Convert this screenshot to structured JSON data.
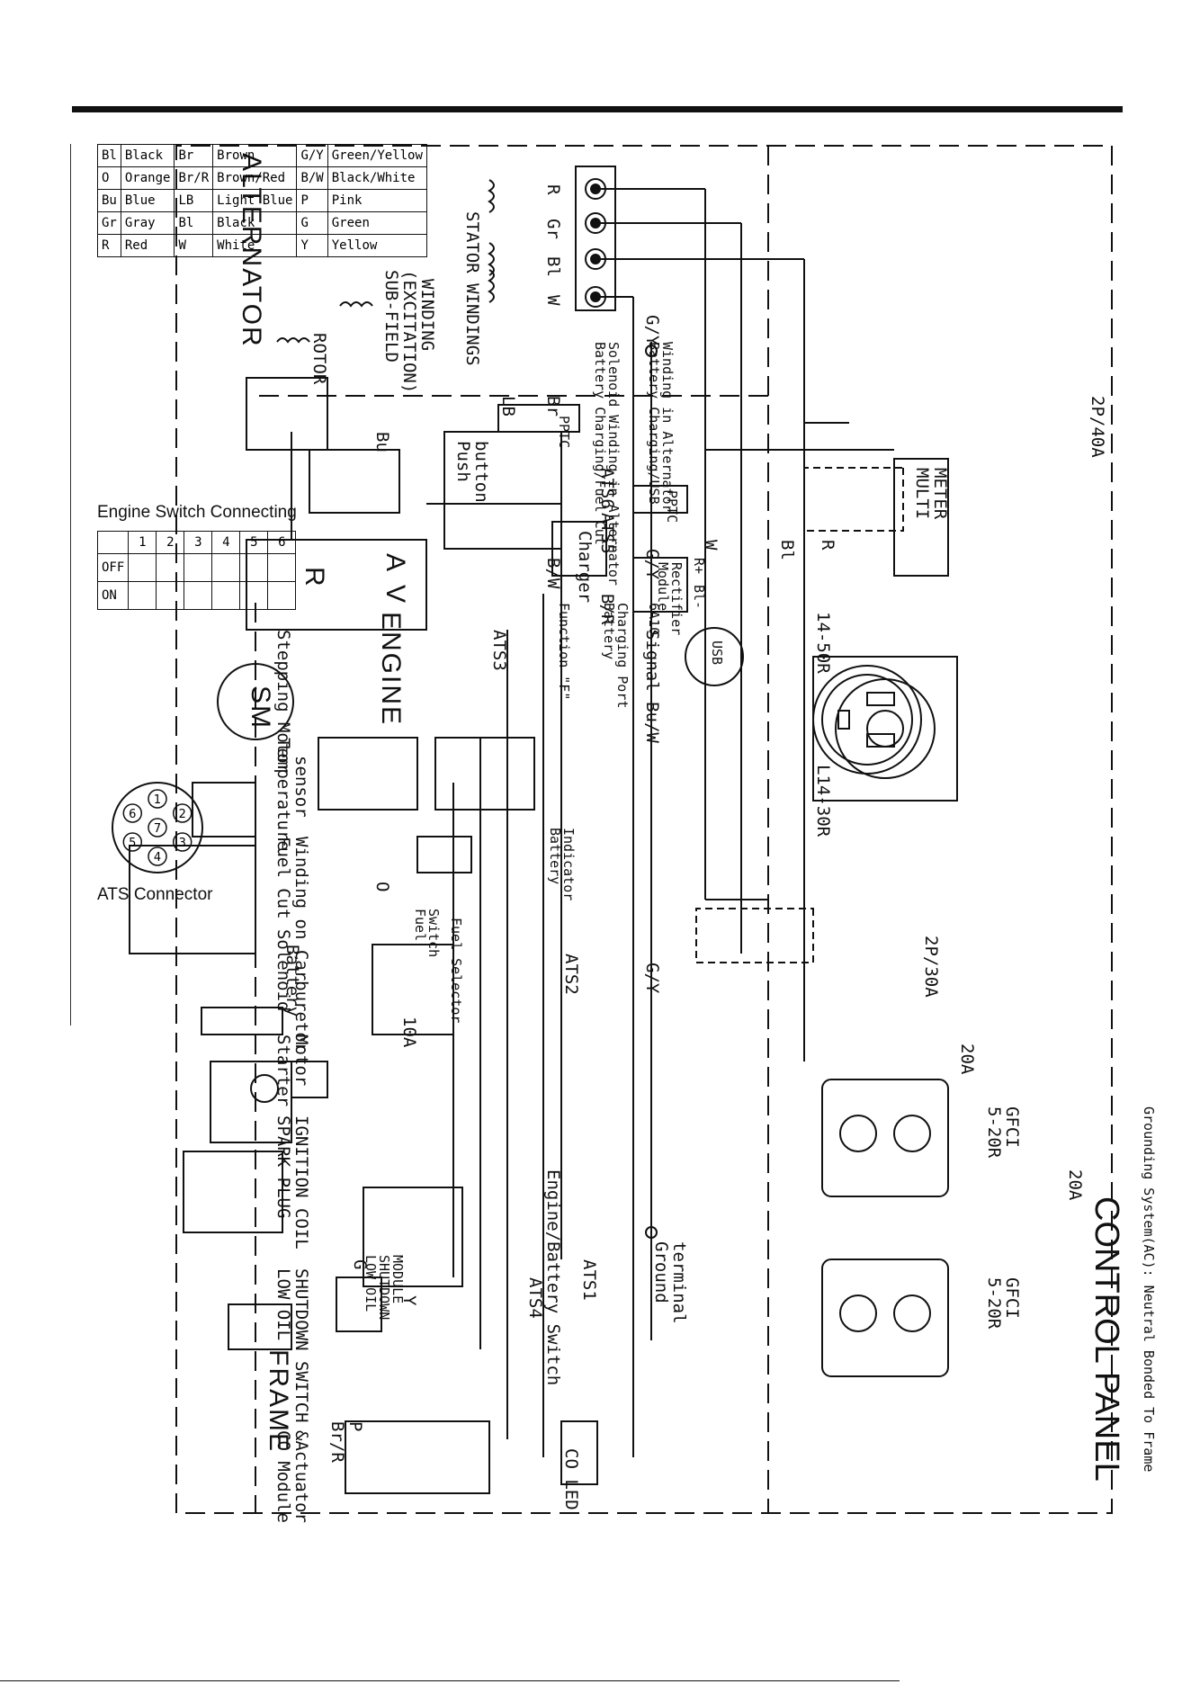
{
  "panels": {
    "control_panel": "CONTROL PANEL",
    "alternator": "ALTERNATOR",
    "engine": "ENGINE",
    "frame": "FRAME",
    "grounding_note": "Grounding System(AC): Neutral Bonded To Frame"
  },
  "color_legend": {
    "rows": [
      [
        "Bl",
        "Black",
        "Br",
        "Brown",
        "G/Y",
        "Green/Yellow"
      ],
      [
        "O",
        "Orange",
        "Br/R",
        "Brown/Red",
        "B/W",
        "Black/White"
      ],
      [
        "Bu",
        "Blue",
        "LB",
        "Light Blue",
        "P",
        "Pink"
      ],
      [
        "Gr",
        "Gray",
        "Bl",
        "Black",
        "G",
        "Green"
      ],
      [
        "R",
        "Red",
        "W",
        "White",
        "Y",
        "Yellow"
      ]
    ]
  },
  "engine_switch": {
    "title": "Engine Switch Connecting",
    "columns": [
      "1",
      "2",
      "3",
      "4",
      "5",
      "6"
    ],
    "rows": [
      "OFF",
      "ON"
    ]
  },
  "ats_connector": {
    "label": "ATS Connector",
    "pins": [
      "1",
      "2",
      "3",
      "4",
      "5",
      "6",
      "7"
    ]
  },
  "components": {
    "stator": "STATOR WINDINGS",
    "subfield": [
      "SUB-FIELD",
      "(EXCITATION)",
      "WINDING"
    ],
    "rotor": "ROTOR",
    "avr": [
      "A",
      "V",
      "R"
    ],
    "battery_charging_usb": [
      "Battery Charging/USB",
      "Winding in Alternator"
    ],
    "battery_charging_fuel": [
      "Battery Charging/Fuel Cut",
      "Solenoid Winding in Alternator"
    ],
    "pptc": "PPTC",
    "charger": "Charger",
    "rectifier": [
      "Rectifier",
      "Module"
    ],
    "usb": "USB",
    "push_button": [
      "Push",
      "button"
    ],
    "battery_port": [
      "Battery",
      "Charging Port"
    ],
    "function_f": "Function \"F\"",
    "fuse_6a10": "6A10",
    "signal": "Signal Bu/W",
    "stepping_motor": "Stepping Motor",
    "sm": "SM",
    "temp_sensor": [
      "Temperature",
      "sensor"
    ],
    "fuel_cut": [
      "Fuel Cut Solenoid",
      "Winding on Carburetor"
    ],
    "battery": "Battery",
    "battery_indicator": [
      "Battery",
      "Indicator"
    ],
    "fuel_switch": [
      "Fuel",
      "Switch"
    ],
    "fuel_selector": "Fuel Selector",
    "starter": [
      "Starter",
      "Motor"
    ],
    "fuse_10a": "10A",
    "spark_plug": [
      "SPARK PLUG",
      "IGNITION COIL"
    ],
    "low_oil": [
      "LOW OIL",
      "SHUTDOWN SWITCH"
    ],
    "low_oil_module": [
      "LOW OIL",
      "SHUTDOWN",
      "MODULE"
    ],
    "engine_battery_switch": "Engine/Battery Switch",
    "co_module": [
      "CO Module",
      "&Actuator"
    ],
    "co_led": "CO LED",
    "multimeter": [
      "MULTI",
      "METER"
    ],
    "breaker_2p40a": "2P/40A",
    "breaker_2p30a": "2P/30A",
    "receptacle_1450": "14-50R",
    "receptacle_l1430": "L14-30R",
    "gfci_label": [
      "5-20R",
      "GFCI"
    ],
    "fuse_20a": "20A",
    "ground_terminal": [
      "Ground",
      "terminal"
    ],
    "ats_labels": [
      "ATS1",
      "ATS2",
      "ATS3",
      "ATS4",
      "ATS5",
      "ATS6"
    ]
  },
  "wire_labels": {
    "R": "R",
    "Gr": "Gr",
    "Bl": "Bl",
    "W": "W",
    "GY": "G/Y",
    "Bu": "Bu",
    "Br": "Br",
    "LB": "LB",
    "BW": "B/W",
    "BR": "B/R",
    "O": "O",
    "Y": "Y",
    "P": "P",
    "G": "G",
    "RP": "R+",
    "BLM": "Bl-",
    "BRshort": "Br/R"
  }
}
